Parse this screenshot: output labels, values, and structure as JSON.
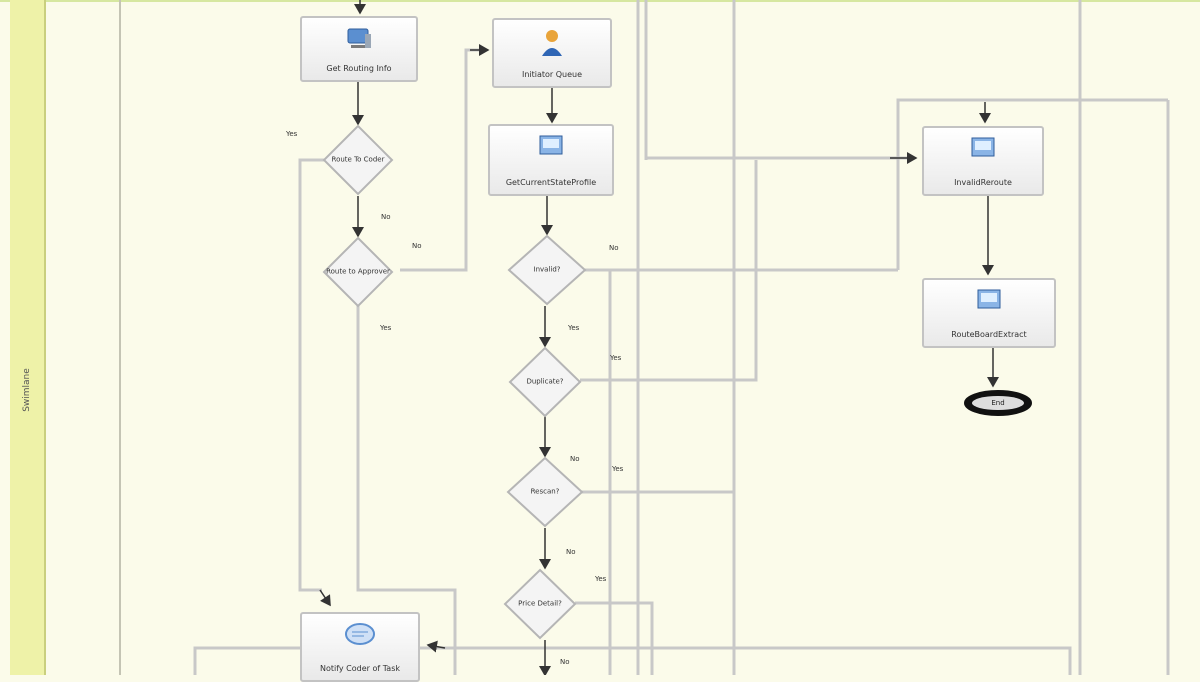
{
  "lane": {
    "label": "Swimlane"
  },
  "nodes": {
    "get_routing_info": {
      "label": "Get Routing Info",
      "icon": "computer-icon"
    },
    "initiator_queue": {
      "label": "Initiator Queue",
      "icon": "person-icon"
    },
    "get_current_state_profile": {
      "label": "GetCurrentStateProfile",
      "icon": "screen-icon"
    },
    "invalid_reroute": {
      "label": "InvalidReroute",
      "icon": "screen-icon"
    },
    "route_board_extract": {
      "label": "RouteBoardExtract",
      "icon": "screen-icon"
    },
    "notify_coder": {
      "label": "Notify Coder of Task",
      "icon": "message-icon"
    },
    "end": {
      "label": "End"
    }
  },
  "decisions": {
    "route_to_coder": "Route To Coder",
    "route_to_approver": "Route to Approver",
    "invalid": "Invalid?",
    "duplicate": "Duplicate?",
    "rescan": "Rescan?",
    "price_detail": "Price Detail?",
    "detail_bottom": ""
  },
  "edge_labels": {
    "yes_route_coder": "Yes",
    "no_route_coder": "No",
    "no_route_approver": "No",
    "yes_route_approver": "Yes",
    "no_invalid": "No",
    "yes_invalid": "Yes",
    "yes_duplicate": "Yes",
    "no_duplicate": "No",
    "yes_rescan": "Yes",
    "no_rescan": "No",
    "yes_price": "Yes",
    "no_price": "No"
  },
  "colors": {
    "lane_bar": "#eef2a8",
    "background": "#fbfbea",
    "connector": "#bdbdbd",
    "arrow": "#333333"
  }
}
